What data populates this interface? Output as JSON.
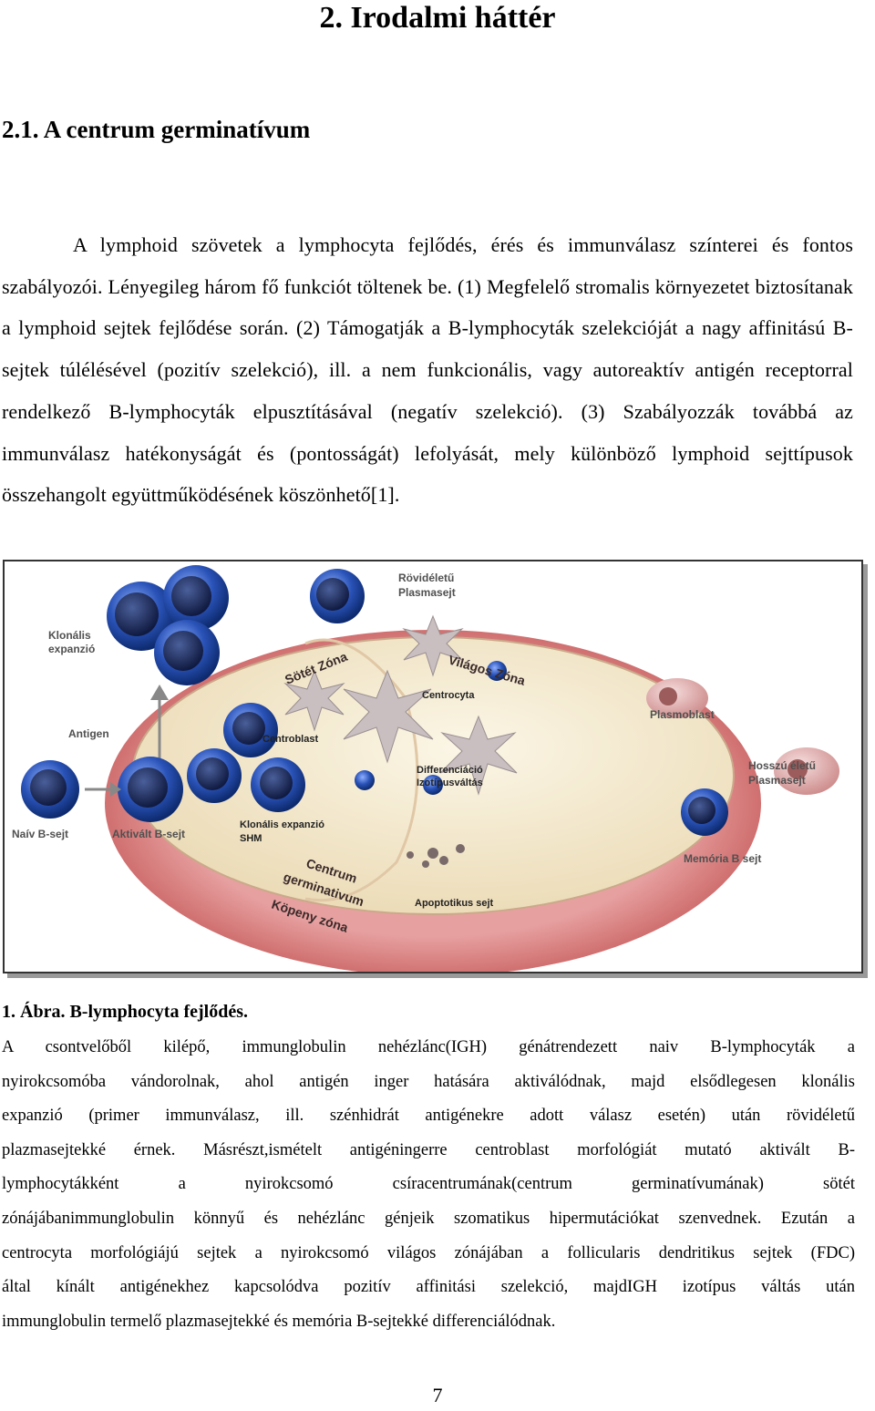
{
  "heading": "2. Irodalmi háttér",
  "section_title": "2.1. A centrum germinatívum",
  "paragraph1": "A lymphoid szövetek a lymphocyta fejlődés, érés és immunválasz színterei és fontos szabályozói. Lényegileg három fő funkciót töltenek be. (1) Megfelelő stromalis környezetet biztosítanak a lymphoid sejtek fejlődése során. (2) Támogatják a B-lymphocyták szelekcióját a nagy affinitású B-sejtek túlélésével (pozitív szelekció), ill. a nem funkcionális, vagy autoreaktív antigén receptorral rendelkező B-lymphocyták elpusztításával (negatív szelekció). (3) Szabályozzák továbbá az immunválasz hatékonyságát és (pontosságát) lefolyását, mely különböző lymphoid sejttípusok összehangolt együttműködésének köszönhető[1].",
  "figure": {
    "labels": {
      "klonalis_expanzio_1": "Klonális",
      "klonalis_expanzio_2": "expanzió",
      "antigen": "Antigen",
      "naiv": "Naív B-sejt",
      "aktivalt": "Aktivált B-sejt",
      "rovid_1": "Rövidéletű",
      "rovid_2": "Plasmasejt",
      "sotet": "Sötét Zóna",
      "vilagos": "Világos Zóna",
      "centrocyta": "Centrocyta",
      "centroblast": "Centroblast",
      "plasmoblast": "Plasmoblast",
      "differenciacio_1": "Differenciáció",
      "differenciacio_2": "Izotípusváltás",
      "hosszu_1": "Hosszú életű",
      "hosszu_2": "Plasmasejt",
      "klonalis_shm_1": "Klonális expanzió",
      "klonalis_shm_2": "SHM",
      "memoria": "Memória B sejt",
      "centrum_1": "Centrum",
      "centrum_2": "germinativum",
      "kopeny": "Köpeny zóna",
      "apoptotikus": "Apoptotikus sejt"
    },
    "colors": {
      "b_cell": "#1d3f8f",
      "germinal_outer": "#e58a8a",
      "germinal_inner": "#f6ecd2",
      "plasma": "#e4b2b2"
    }
  },
  "caption": "1. Ábra. B-lymphocyta fejlődés.",
  "paragraph2_lines": [
    "A csontvelőből kilépő, immunglobulin nehézlánc(IGH) génátrendezett naiv B-lymphocyták a",
    "nyirokcsomóba vándorolnak, ahol antigén inger hatására aktiválódnak, majd elsődlegesen klonális",
    "expanzió (primer immunválasz, ill. szénhidrát antigénekre adott válasz esetén) után rövidéletű",
    "plazmasejtekké érnek. Másrészt,ismételt antigéningerre centroblast morfológiát mutató aktivált B-",
    "lymphocytákként a nyirokcsomó csíracentrumának(centrum germinatívumának) sötét",
    "zónájábanimmunglobulin könnyű és nehézlánc génjeik szomatikus hipermutációkat szenvednek. Ezután a",
    "centrocyta morfológiájú sejtek a nyirokcsomó világos zónájában a follicularis dendritikus sejtek (FDC)",
    "által kínált antigénekhez kapcsolódva pozitív affinitási szelekció, majdIGH izotípus váltás után",
    "immunglobulin termelő plazmasejtekké és memória B-sejtekké differenciálódnak."
  ],
  "page_number": "7"
}
